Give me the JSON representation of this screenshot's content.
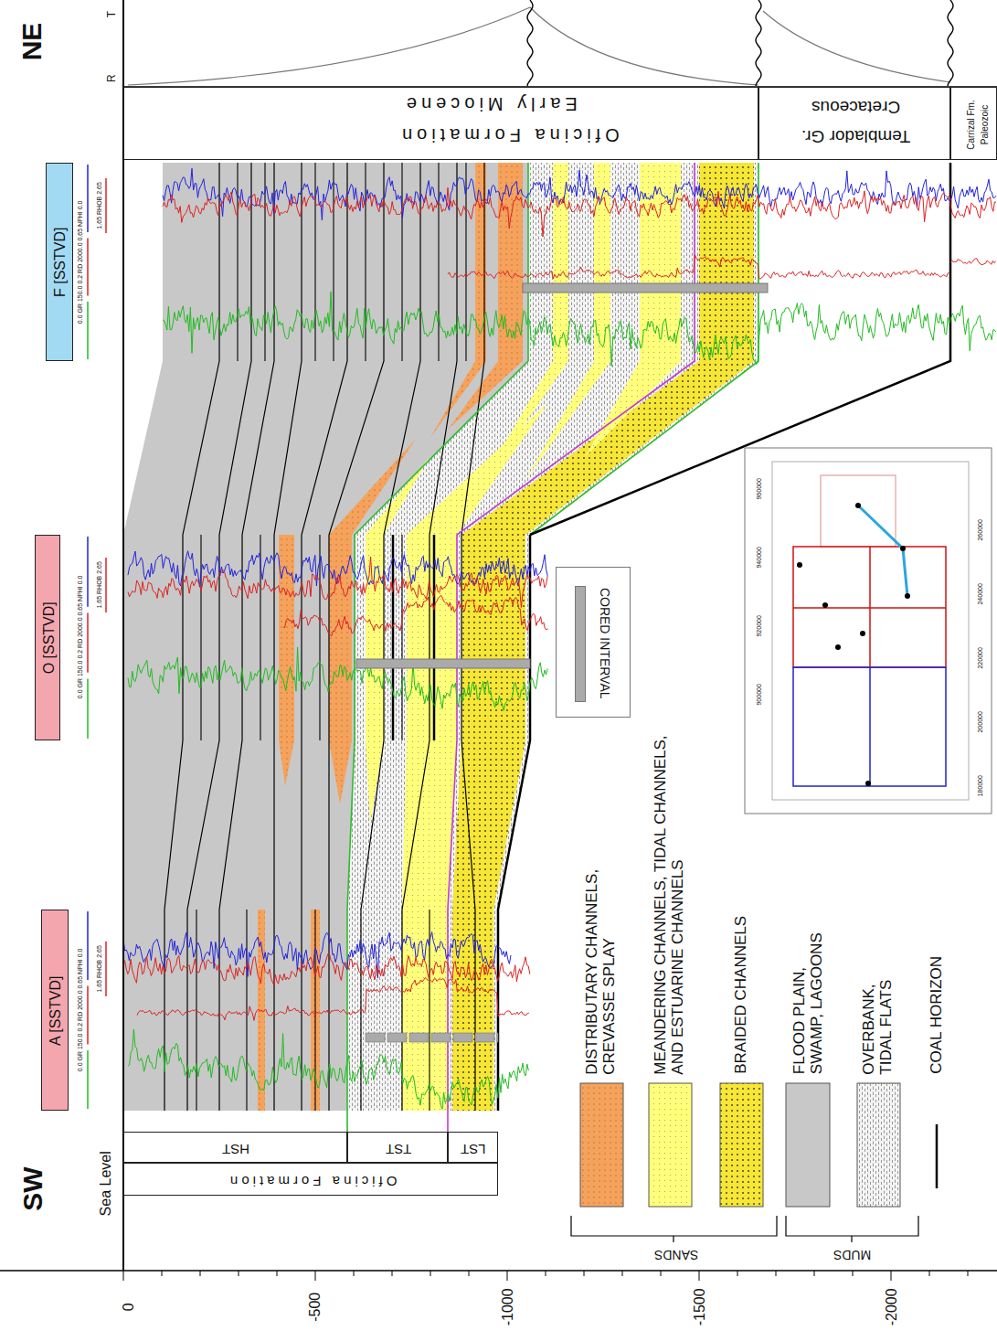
{
  "diagram": {
    "nodes": [
      {
        "text": [
          "Oficina Formation",
          "Early Miocene"
        ]
      },
      {
        "text": [
          "Temblador Gr.",
          "Cretaceous"
        ]
      },
      {
        "text": [
          "Carrizal Fm.",
          "Paleozoic"
        ]
      },
      {
        "text": [
          "F [SSTVD]"
        ]
      },
      {
        "text": [
          "O [SSTVD]"
        ]
      },
      {
        "text": [
          "A [SSTVD]"
        ]
      },
      {
        "text": [
          "CORED INTERVAL"
        ]
      },
      {
        "text": [
          "HST"
        ]
      },
      {
        "text": [
          "TST"
        ]
      },
      {
        "text": [
          "LST"
        ]
      },
      {
        "text": [
          "Oficina Formation"
        ]
      }
    ],
    "labels": [
      "NE",
      "T",
      "R",
      "0.0 GR 150.0 0.2 RD 2000.0 0.65 NPHI 0.0",
      "1.65 RHOB 2.65",
      "0.0 GR 150.0 0.2 RD 2000.0 0.65 NPHI 0.0",
      "1.65 RHOB 2.65",
      "0.0 GR 150.0 0.2 RD 2000.0 0.65 NPHI 0.0",
      "1.65 RHOB 2.65",
      "SW",
      "Sea Level",
      "0",
      "-500",
      "-1000",
      "-1500",
      "-2000",
      "SANDS",
      "MUDS",
      "960000",
      "940000",
      "920000",
      "900000",
      "260000",
      "240000",
      "220000",
      "200000",
      "180000"
    ],
    "legend": [
      {
        "text": "DISTRIBUTARY CHANNELS, CREVASSE SPLAY",
        "color": "#f5a35c"
      },
      {
        "text": "MEANDERING CHANNELS, TIDAL CHANNELS, AND ESTUARINE CHANNELS",
        "color": "#ffff7a"
      },
      {
        "text": "BRAIDED CHANNELS",
        "color": "#f7e634"
      },
      {
        "text": "FLOOD PLAIN, SWAMP, LAGOONS",
        "color": "#c8c8c8"
      },
      {
        "text": "OVERBANK, TIDAL FLATS",
        "color": "#f4f4f4"
      },
      {
        "text": "COAL HORIZON"
      }
    ]
  }
}
